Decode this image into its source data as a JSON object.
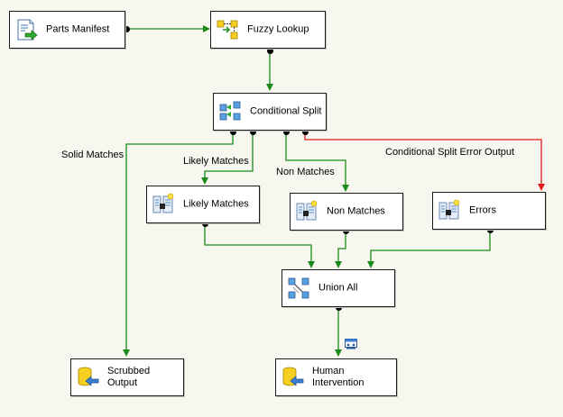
{
  "nodes": {
    "parts_manifest": "Parts Manifest",
    "fuzzy_lookup": "Fuzzy Lookup",
    "conditional_split": "Conditional Split",
    "likely_matches": "Likely Matches",
    "non_matches": "Non Matches",
    "errors": "Errors",
    "union_all": "Union All",
    "scrubbed_output": "Scrubbed\nOutput",
    "human_intervention": "Human\nIntervention"
  },
  "edges": {
    "solid_matches": "Solid Matches",
    "likely_matches": "Likely Matches",
    "non_matches": "Non Matches",
    "error_output": "Conditional Split Error Output"
  },
  "colors": {
    "flow_green": "#1a8a1a",
    "error_red": "#e21b1b",
    "background": "#f7f7f0"
  },
  "icons": {
    "source": "flat-file-source-icon",
    "lookup": "fuzzy-lookup-icon",
    "split": "conditional-split-icon",
    "destination": "raw-file-destination-icon",
    "union": "union-all-icon",
    "viewer": "data-viewer-icon"
  }
}
